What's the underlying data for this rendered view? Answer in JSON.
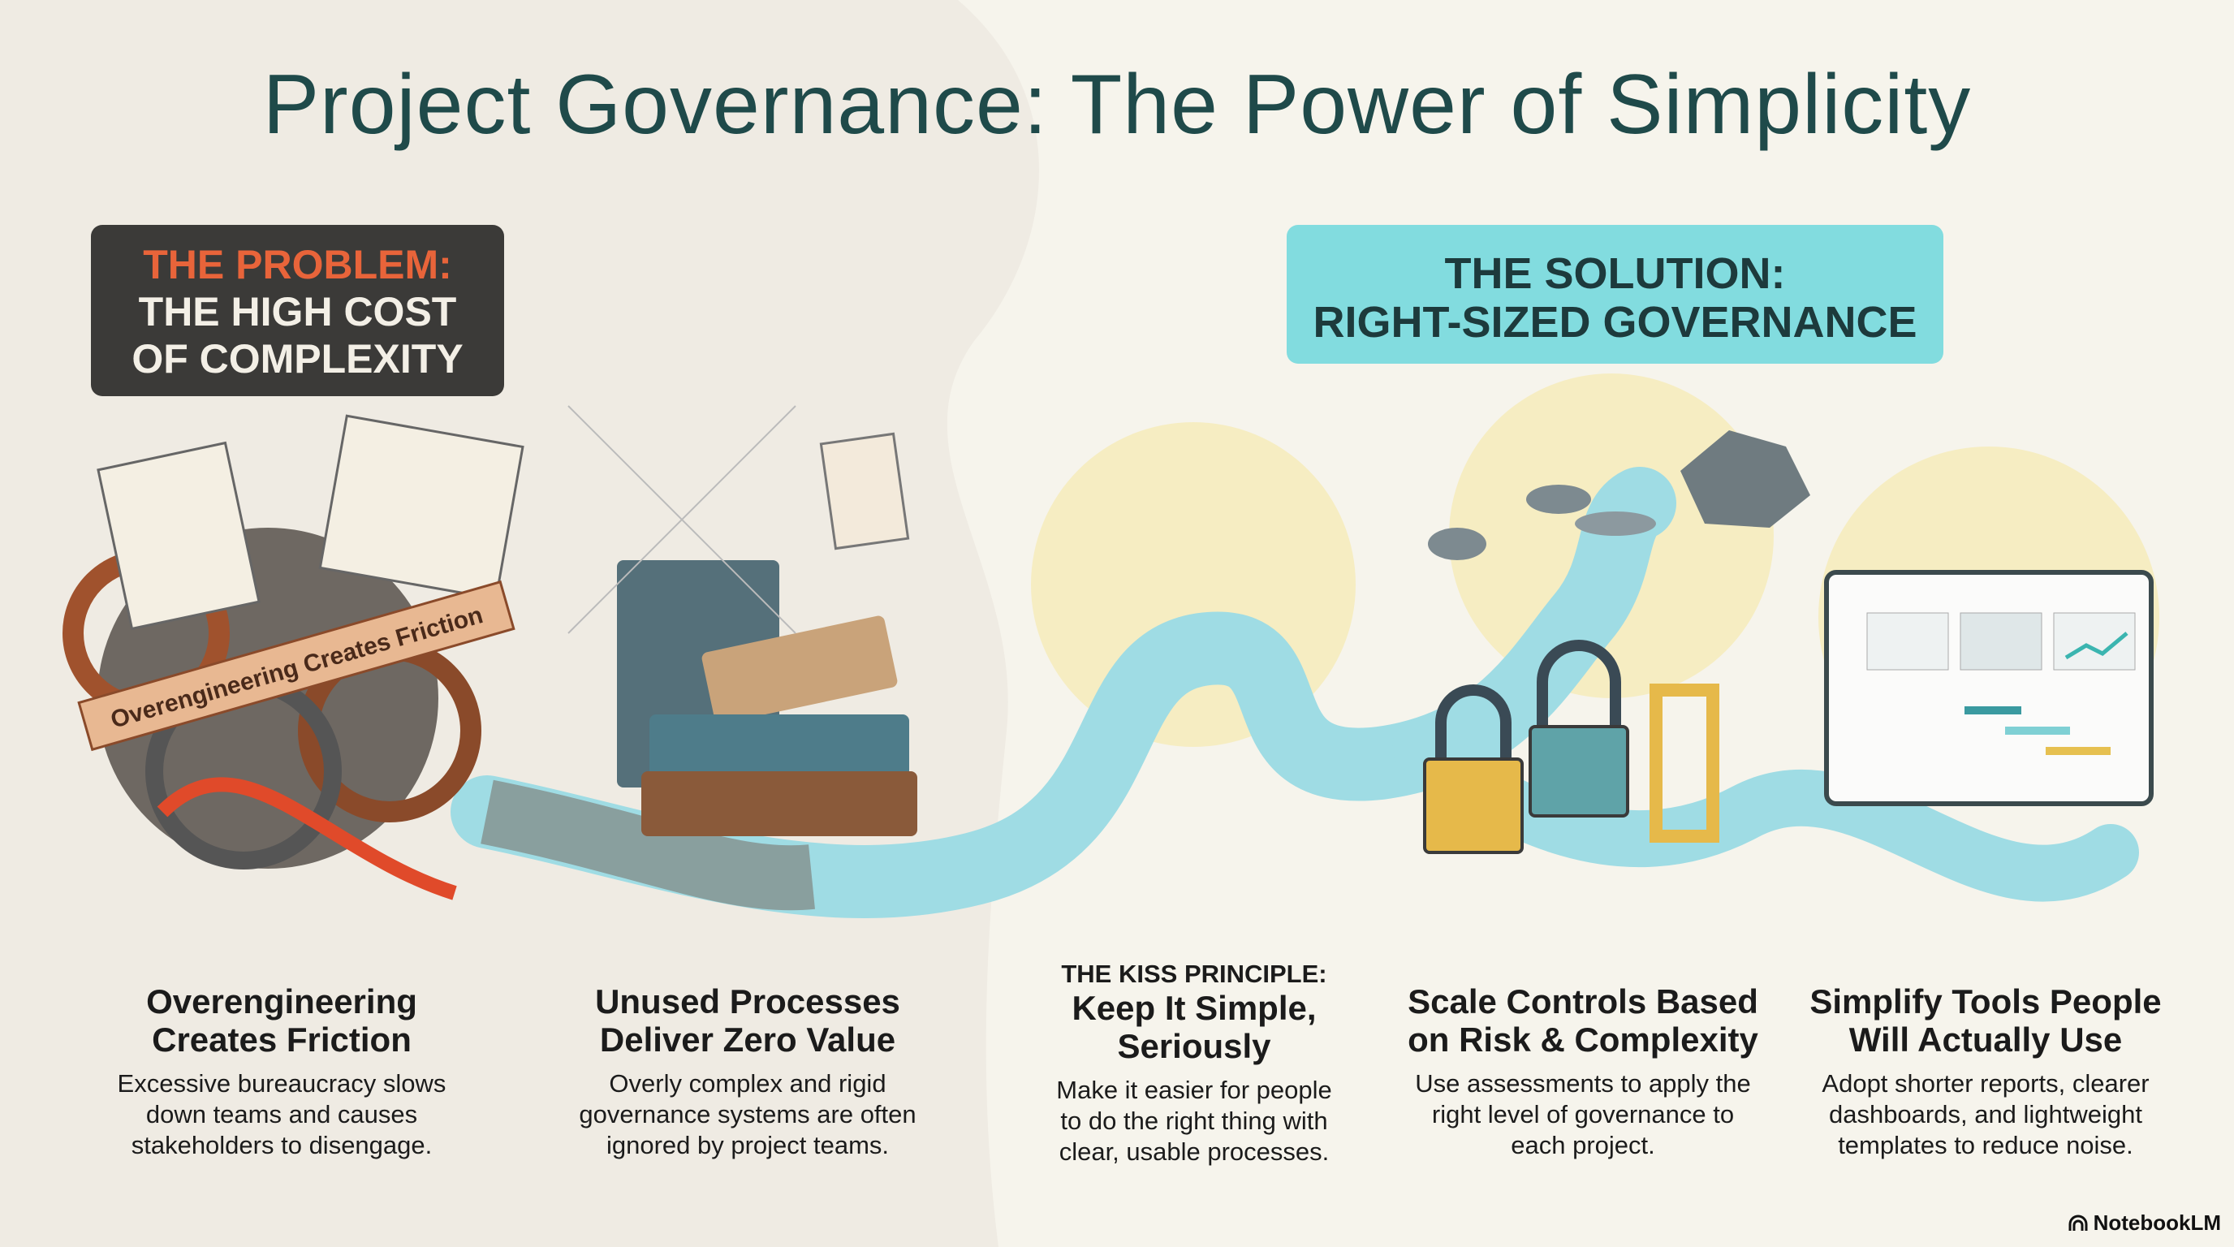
{
  "title": "Project Governance: The Power of Simplicity",
  "problem": {
    "label": "THE PROBLEM:",
    "line2": "THE HIGH COST",
    "line3": "OF COMPLEXITY",
    "banner": "Overengineering Creates Friction"
  },
  "solution": {
    "line1": "THE SOLUTION:",
    "line2": "RIGHT-SIZED GOVERNANCE"
  },
  "columns": [
    {
      "title1": "Overengineering",
      "title2": "Creates Friction",
      "body": "Excessive bureaucracy slows down teams and causes stakeholders to disengage."
    },
    {
      "title1": "Unused Processes",
      "title2": "Deliver Zero Value",
      "body": "Overly complex and rigid governance systems are often ignored by project teams."
    },
    {
      "kicker": "THE KISS PRINCIPLE:",
      "title1": "Keep It Simple,",
      "title2": "Seriously",
      "body": "Make it easier for people to do the right thing with clear, usable processes."
    },
    {
      "title1": "Scale Controls Based",
      "title2": "on Risk & Complexity",
      "body": "Use assessments to apply the right level of governance to each project."
    },
    {
      "title1": "Simplify Tools People",
      "title2": "Will Actually Use",
      "body": "Adopt shorter reports, clearer dashboards, and lightweight templates to reduce noise."
    }
  ],
  "brand": "NotebookLM",
  "colors": {
    "title": "#1f4a4a",
    "problem_accent": "#e8643a",
    "solution_bg": "#82dcdf",
    "river": "#9fdce4"
  }
}
